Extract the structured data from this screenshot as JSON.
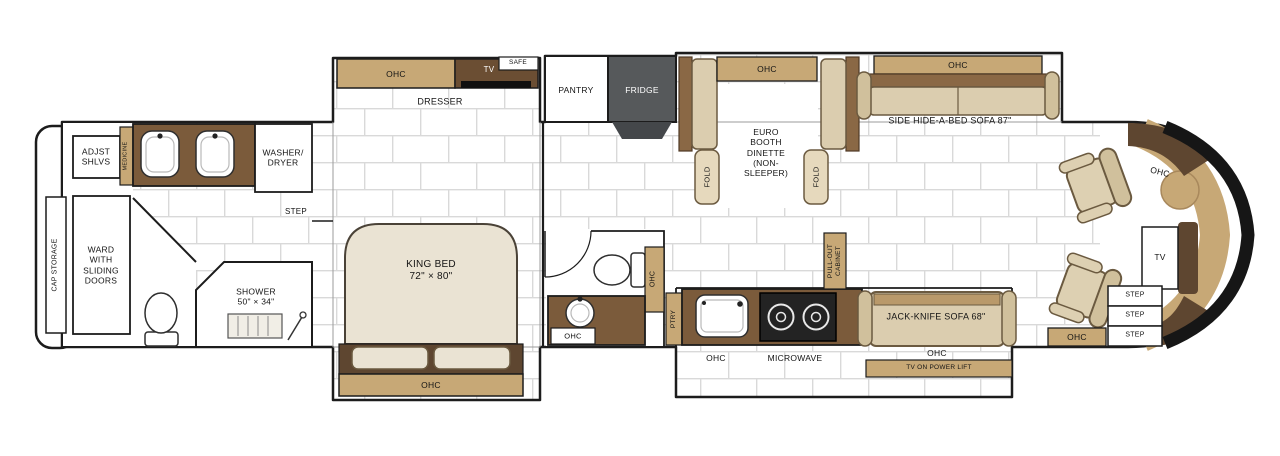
{
  "areas": {
    "rear_bath": {
      "cap_storage": "CAP STORAGE",
      "adjust_shelves": "ADJST\nSHLVS",
      "medicine": "MEDICINE",
      "washer_dryer": "WASHER/\nDRYER",
      "wardrobe": "WARD\nWITH\nSLIDING\nDOORS",
      "shower": "SHOWER\n50\" × 34\"",
      "step": "STEP"
    },
    "bedroom": {
      "ohc_dresser": "OHC",
      "tv": "TV",
      "safe": "SAFE",
      "dresser": "DRESSER",
      "king_bed": "KING BED\n72\" × 80\"",
      "ohc_bed": "OHC"
    },
    "mid_bath": {
      "ohc_cabinet": "OHC",
      "ohc_lav": "OHC"
    },
    "galley": {
      "pantry": "PANTRY",
      "fridge": "FRIDGE",
      "ptry": "PTRY",
      "ohc": "OHC",
      "microwave": "MICROWAVE",
      "pull_out_cabinet": "PULL-OUT\nCABINET"
    },
    "dinette": {
      "ohc": "OHC",
      "label": "EURO\nBOOTH\nDINETTE\n(NON-\nSLEEPER)",
      "fold_left": "FOLD",
      "fold_right": "FOLD"
    },
    "living": {
      "ohc_sofa": "OHC",
      "hide_a_bed_sofa": "SIDE HIDE-A-BED SOFA 87\"",
      "jack_knife_sofa": "JACK-KNIFE SOFA 68\"",
      "ohc_jack_knife": "OHC",
      "tv_power_lift": "TV ON POWER LIFT"
    },
    "cockpit": {
      "ohc": "OHC",
      "tv": "TV",
      "steps": [
        "STEP",
        "STEP",
        "STEP"
      ],
      "ohc_entry": "OHC"
    }
  },
  "colors": {
    "cabinet_dark_brown": "#5e4630",
    "cabinet_mid_brown": "#8a6845",
    "cabinet_tan": "#c7a876",
    "upholstery_tan": "#dbcdaf",
    "counter_brown": "#7b5b3b",
    "fridge_gray": "#56595b",
    "floor_tile_line": "#d9d9d9",
    "outline_black": "#1c1c1c"
  }
}
